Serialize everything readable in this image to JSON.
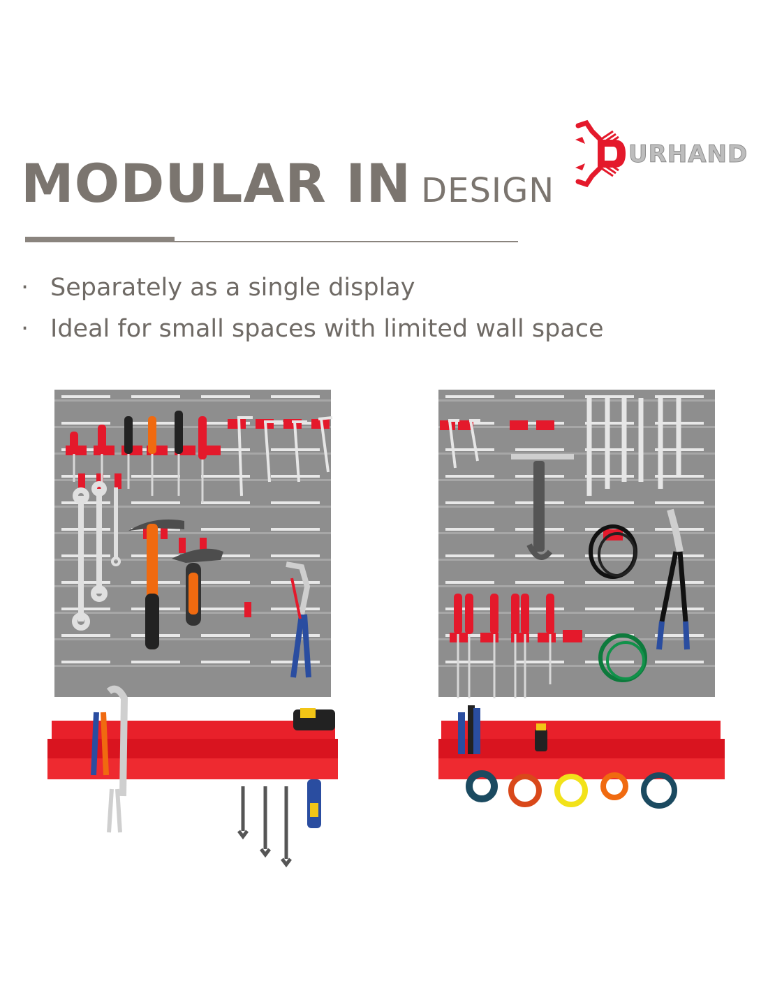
{
  "headline": {
    "bold": "MODULAR IN",
    "light": "DESIGN"
  },
  "bullets": [
    {
      "marker": "·",
      "text": "Separately as a single display"
    },
    {
      "marker": "·",
      "text": "Ideal for small spaces with limited wall space"
    }
  ],
  "brand": {
    "name": "DURHAND",
    "logo_text": "URHAND",
    "logo_letter": "D"
  },
  "colors": {
    "text_gray": "#7b756f",
    "brand_red": "#e4192b",
    "board_gray": "#8c8c8c",
    "shelf_red": "#e8202a"
  },
  "scenes": {
    "left": {
      "name": "pegboard-with-hammers-screwdrivers-pliers-wrenches"
    },
    "right": {
      "name": "pegboard-with-spanners-cutters-tapes-cable"
    }
  }
}
